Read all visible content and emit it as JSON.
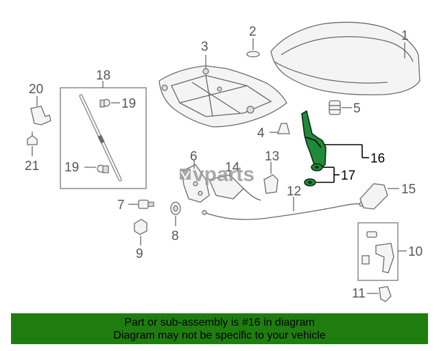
{
  "diagram": {
    "callouts": [
      "1",
      "2",
      "3",
      "4",
      "5",
      "6",
      "7",
      "8",
      "9",
      "10",
      "11",
      "12",
      "13",
      "14",
      "15",
      "16",
      "17",
      "18",
      "19",
      "19",
      "20",
      "21"
    ],
    "highlight": {
      "part_number": "16",
      "color": "#1f8a3a"
    }
  },
  "watermark": {
    "text": "vparts"
  },
  "banner": {
    "line1": "Part or sub-assembly is #16 in diagram",
    "line2": "Diagram may not be specific to your vehicle",
    "background": "#1f7d10"
  }
}
